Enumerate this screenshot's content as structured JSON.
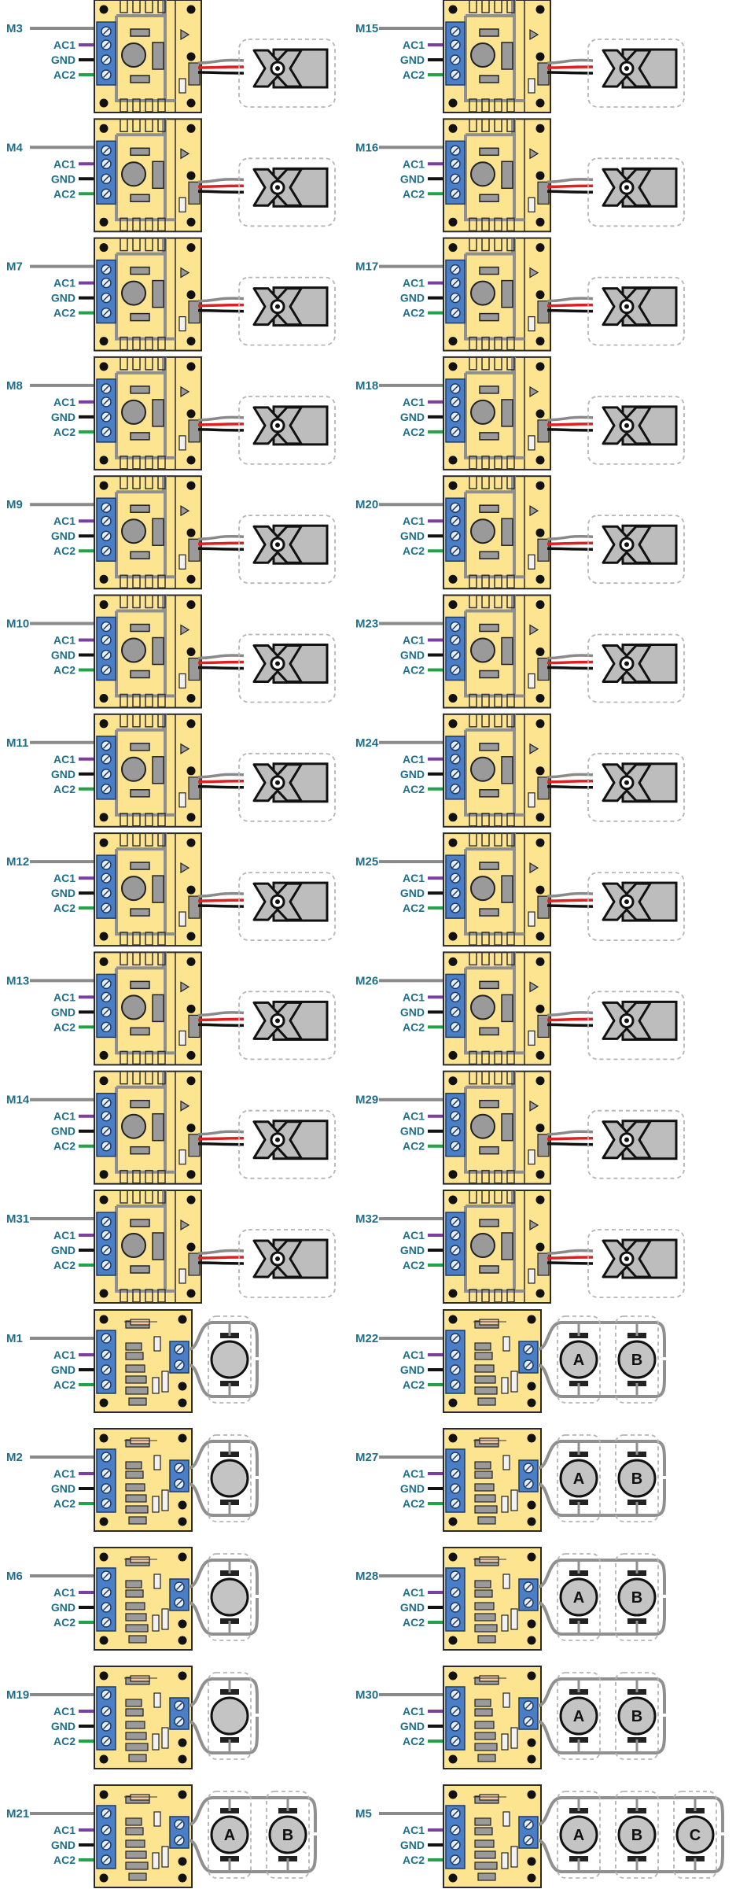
{
  "pin_labels": [
    "AC1",
    "GND",
    "AC2"
  ],
  "colors": {
    "board": "#fde491",
    "board_edge": "#2a2a2a",
    "terminal": "#4a7fc8",
    "label_text": "#1f6f8b",
    "wire_signal": "#8a8a8a",
    "wire_ac1": "#7b3fa0",
    "wire_gnd": "#111111",
    "wire_ac2": "#22a34a",
    "servo_body": "#bdbdbd",
    "servo_red": "#e02020",
    "motor_body": "#c4c4c4"
  },
  "servo_rows": [
    {
      "left": {
        "id": "M3"
      },
      "right": {
        "id": "M15"
      }
    },
    {
      "left": {
        "id": "M4"
      },
      "right": {
        "id": "M16"
      }
    },
    {
      "left": {
        "id": "M7"
      },
      "right": {
        "id": "M17"
      }
    },
    {
      "left": {
        "id": "M8"
      },
      "right": {
        "id": "M18"
      }
    },
    {
      "left": {
        "id": "M9"
      },
      "right": {
        "id": "M20"
      }
    },
    {
      "left": {
        "id": "M10"
      },
      "right": {
        "id": "M23"
      }
    },
    {
      "left": {
        "id": "M11"
      },
      "right": {
        "id": "M24"
      }
    },
    {
      "left": {
        "id": "M12"
      },
      "right": {
        "id": "M25"
      }
    },
    {
      "left": {
        "id": "M13"
      },
      "right": {
        "id": "M26"
      }
    },
    {
      "left": {
        "id": "M14"
      },
      "right": {
        "id": "M29"
      }
    },
    {
      "left": {
        "id": "M31"
      },
      "right": {
        "id": "M32"
      }
    }
  ],
  "motor_rows": [
    {
      "left": {
        "id": "M1",
        "motors": [
          ""
        ]
      },
      "right": {
        "id": "M22",
        "motors": [
          "A",
          "B"
        ]
      }
    },
    {
      "left": {
        "id": "M2",
        "motors": [
          ""
        ]
      },
      "right": {
        "id": "M27",
        "motors": [
          "A",
          "B"
        ]
      }
    },
    {
      "left": {
        "id": "M6",
        "motors": [
          ""
        ]
      },
      "right": {
        "id": "M28",
        "motors": [
          "A",
          "B"
        ]
      }
    },
    {
      "left": {
        "id": "M19",
        "motors": [
          ""
        ]
      },
      "right": {
        "id": "M30",
        "motors": [
          "A",
          "B"
        ]
      }
    },
    {
      "left": {
        "id": "M21",
        "motors": [
          "A",
          "B"
        ]
      },
      "right": {
        "id": "M5",
        "motors": [
          "A",
          "B",
          "C"
        ]
      }
    }
  ]
}
